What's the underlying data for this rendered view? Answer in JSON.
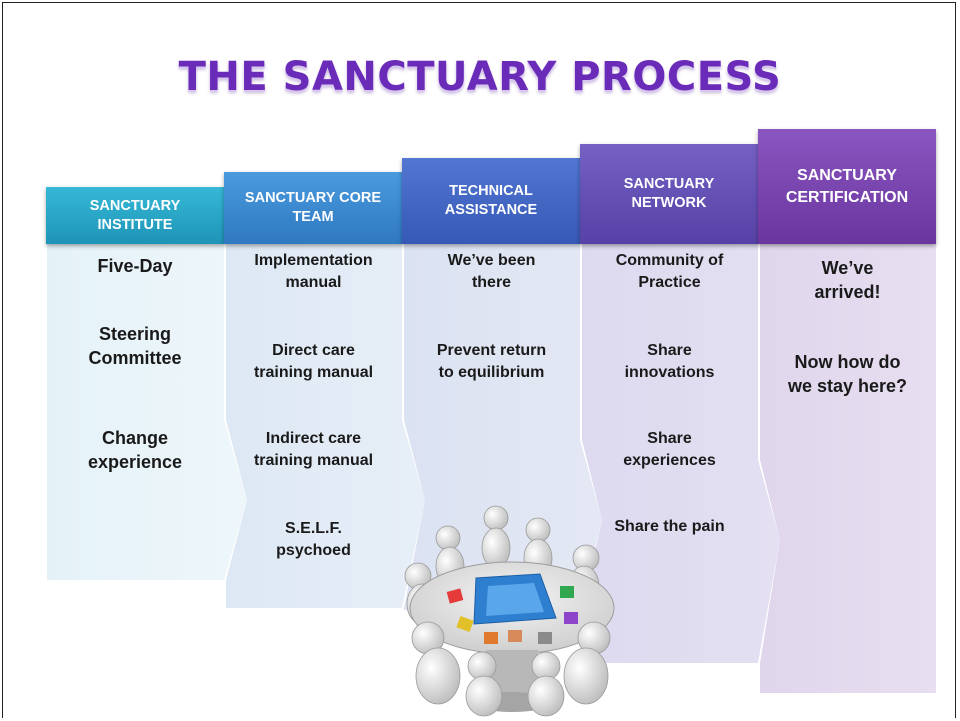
{
  "title": "THE SANCTUARY PROCESS",
  "colors": {
    "title": "#6a2bb8",
    "stage1": "#27a9c9",
    "stage2": "#3a8ad0",
    "stage3": "#4467c8",
    "stage4": "#6a53b8",
    "stage5": "#7a44b0"
  },
  "stages": [
    {
      "header": "SANCTUARY\nINSTITUTE",
      "items": [
        "Five-Day",
        "Steering\nCommittee",
        "Change\nexperience"
      ]
    },
    {
      "header": "SANCTUARY CORE\nTEAM",
      "items": [
        "Implementation\nmanual",
        "Direct care\ntraining manual",
        "Indirect care\ntraining manual",
        "S.E.L.F.\npsychoed"
      ]
    },
    {
      "header": "TECHNICAL\nASSISTANCE",
      "items": [
        "We’ve been\nthere",
        "Prevent return\nto equilibrium"
      ]
    },
    {
      "header": "SANCTUARY\nNETWORK",
      "items": [
        "Community of\nPractice",
        "Share\ninnovations",
        "Share\nexperiences",
        "Share the pain"
      ]
    },
    {
      "header": "SANCTUARY\nCERTIFICATION",
      "items": [
        "We’ve\narrived!",
        "Now how do\nwe stay here?"
      ]
    }
  ],
  "illustration": "puzzle-team-table-icon"
}
